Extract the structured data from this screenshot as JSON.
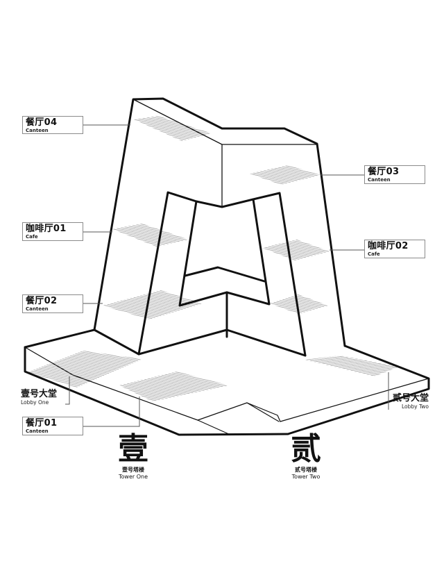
{
  "diagram": {
    "type": "isometric building section diagram",
    "colors": {
      "outline": "#111111",
      "thin_line": "#333333",
      "hatch": "#9a9a9a",
      "leader": "#555555",
      "label_border": "#8a8a8a",
      "background": "#ffffff"
    }
  },
  "labels": {
    "canteen_04": {
      "zh": "餐厅04",
      "en": "Canteen"
    },
    "canteen_03": {
      "zh": "餐厅03",
      "en": "Canteen"
    },
    "cafe_01": {
      "zh": "咖啡厅01",
      "en": "Cafe"
    },
    "cafe_02": {
      "zh": "咖啡厅02",
      "en": "Cafe"
    },
    "canteen_02": {
      "zh": "餐厅02",
      "en": "Canteen"
    },
    "canteen_01": {
      "zh": "餐厅01",
      "en": "Canteen"
    },
    "lobby_one": {
      "zh": "壹号大堂",
      "en": "Lobby One"
    },
    "lobby_two": {
      "zh": "贰号大堂",
      "en": "Lobby Two"
    }
  },
  "towers": {
    "one": {
      "glyph": "壹",
      "zh": "壹号塔楼",
      "en": "Tower One"
    },
    "two": {
      "glyph": "贰",
      "zh": "贰号塔楼",
      "en": "Tower Two"
    }
  }
}
